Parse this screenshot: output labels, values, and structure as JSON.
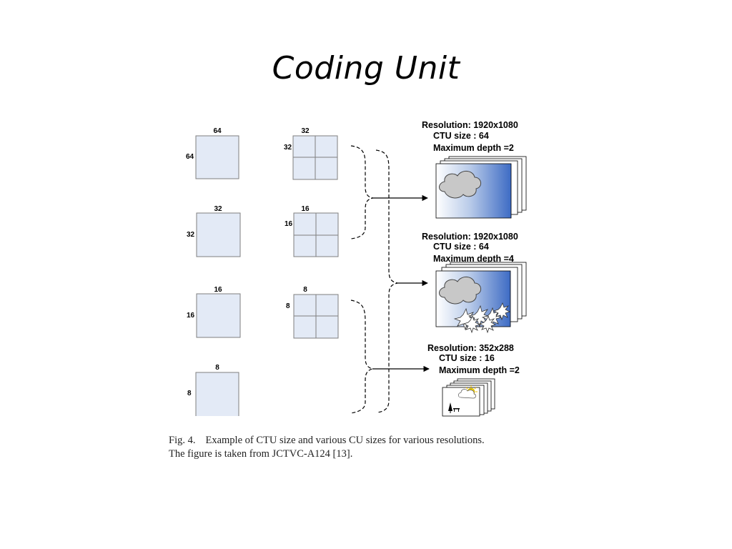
{
  "slide": {
    "title": "Coding Unit"
  },
  "cu_sizes": [
    {
      "width_label": "64",
      "height_label": "64"
    },
    {
      "width_label": "32",
      "height_label": "32"
    },
    {
      "width_label": "16",
      "height_label": "16"
    },
    {
      "width_label": "8",
      "height_label": "8"
    }
  ],
  "split_blocks": [
    {
      "width_label": "32",
      "height_label": "32"
    },
    {
      "width_label": "16",
      "height_label": "16"
    },
    {
      "width_label": "8",
      "height_label": "8"
    }
  ],
  "resolutions": [
    {
      "resolution": "Resolution: 1920x1080",
      "ctu": "CTU size : 64",
      "depth": "Maximum depth =2"
    },
    {
      "resolution": "Resolution: 1920x1080",
      "ctu": "CTU size : 64",
      "depth": "Maximum depth =4"
    },
    {
      "resolution": "Resolution: 352x288",
      "ctu": "CTU size : 16",
      "depth": "Maximum depth =2"
    }
  ],
  "caption": {
    "fig_number": "Fig. 4.",
    "line1": "Example of CTU size and various CU sizes for various resolutions.",
    "line2": "The figure is taken from JCTVC-A124 [13]."
  },
  "colors": {
    "block_fill": "#e3eaf6",
    "block_stroke": "#7f7f7f",
    "frame_gradient_start": "#ffffff",
    "frame_gradient_end": "#3d6bc4"
  }
}
